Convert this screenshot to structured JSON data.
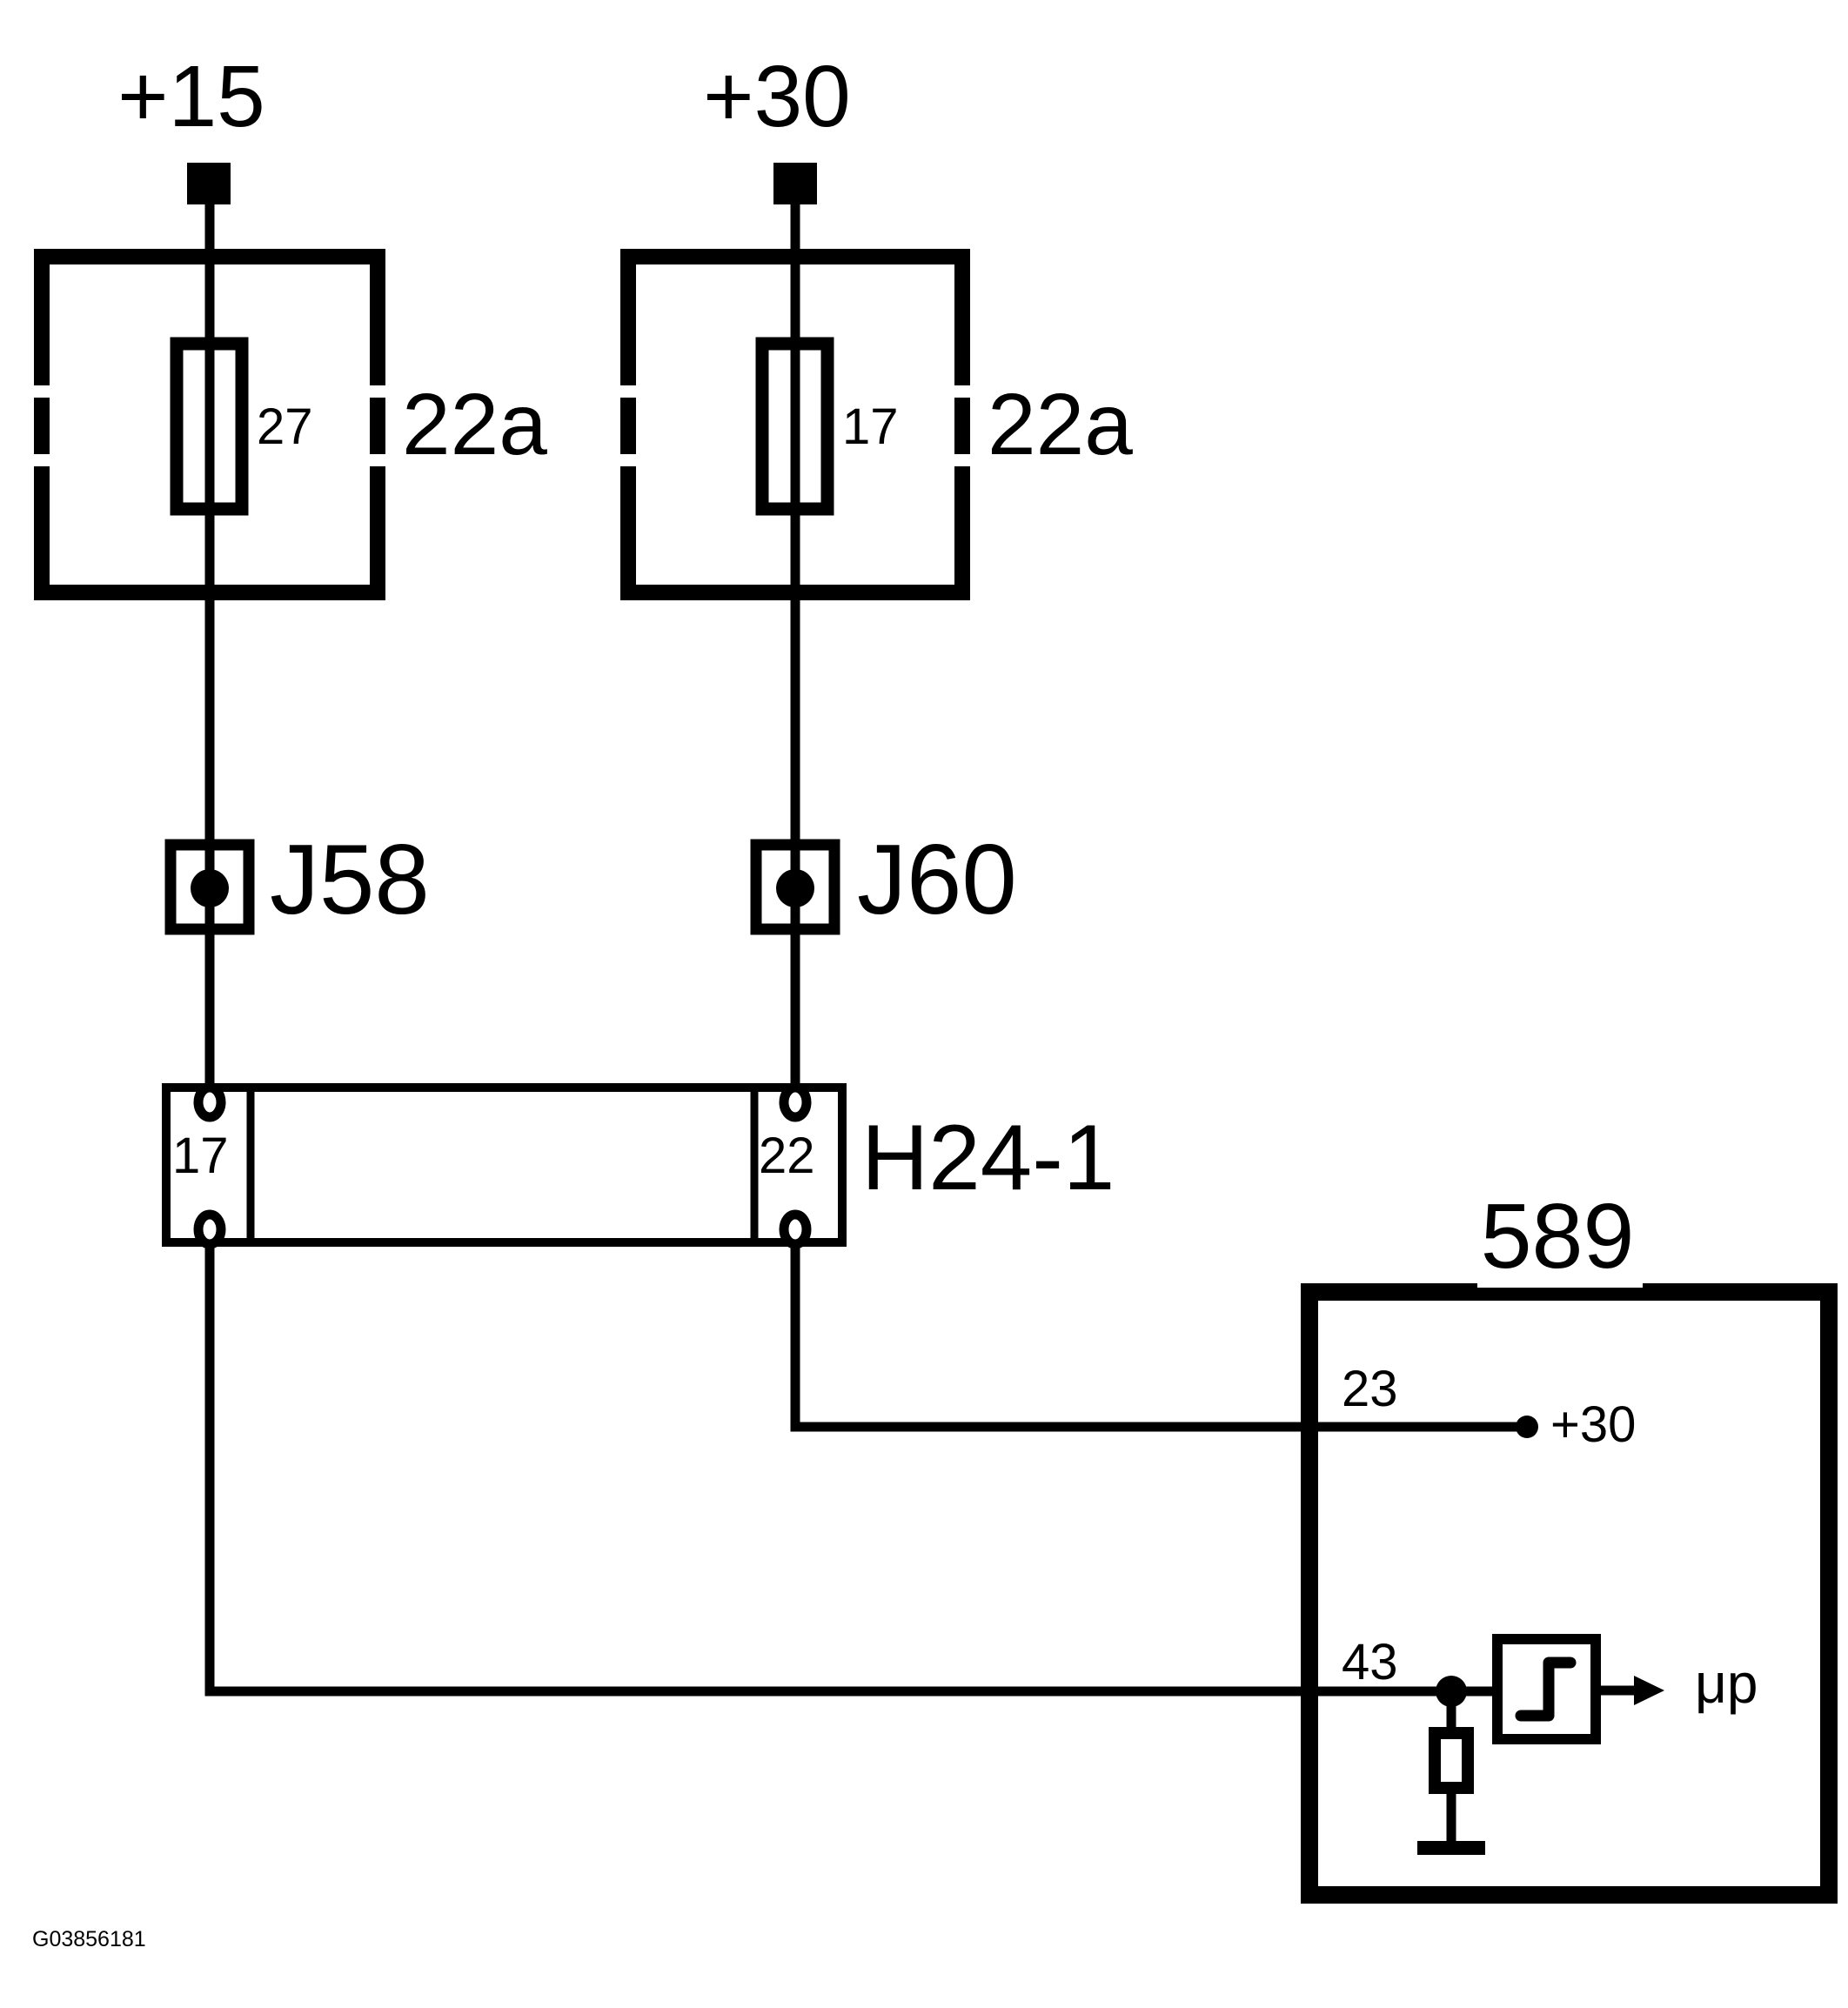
{
  "diagram": {
    "id_code": "G03856181",
    "power": [
      {
        "terminal": "+15"
      },
      {
        "terminal": "+30"
      }
    ],
    "fuse_panels": [
      {
        "panel_label": "22a",
        "fuse_number": "27"
      },
      {
        "panel_label": "22a",
        "fuse_number": "17"
      }
    ],
    "splices": [
      {
        "label": "J58"
      },
      {
        "label": "J60"
      }
    ],
    "connector": {
      "label": "H24-1",
      "pin_left": "17",
      "pin_right": "22"
    },
    "module": {
      "label": "589",
      "pin_supply_number": "23",
      "pin_supply_signal": "+30",
      "pin_signal_number": "43",
      "pin_signal_output": "μp"
    },
    "colors": {
      "ink": "#000000",
      "paper": "#ffffff"
    }
  }
}
